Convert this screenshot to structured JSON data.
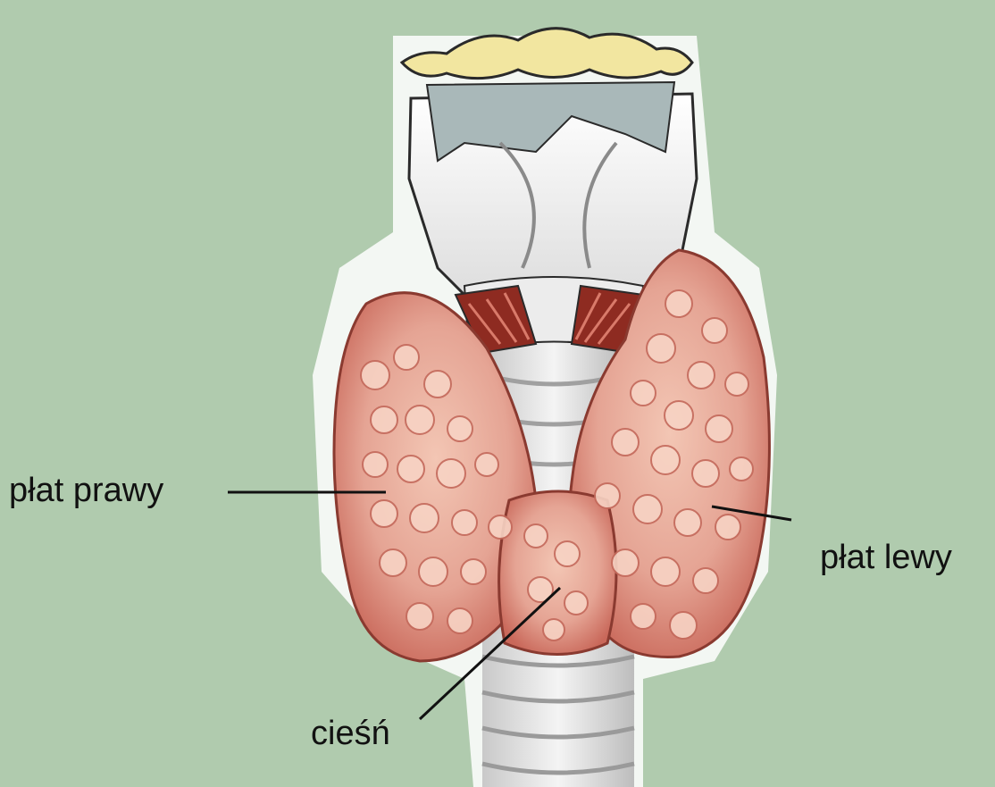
{
  "diagram": {
    "labels": {
      "right_lobe": "płat prawy",
      "left_lobe": "płat lewy",
      "isthmus": "cieśń"
    }
  },
  "colors": {
    "background": "#b0cbae",
    "gland": "#e5a494",
    "gland_shadow": "#c9685a",
    "cartilage": "#f2f2f2",
    "hyoid": "#f2e6a0",
    "membrane": "#a9b8b9",
    "muscle": "#8e2b21",
    "leader_line": "#111111"
  }
}
